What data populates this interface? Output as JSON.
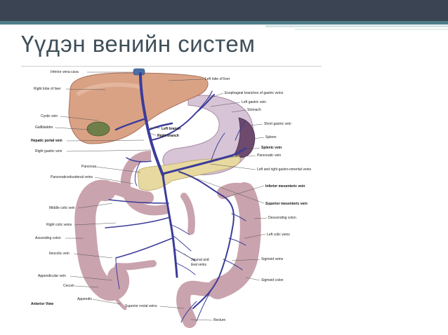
{
  "slide": {
    "title": "Үүдэн венийн систем"
  },
  "labels": {
    "inferior_vena_cava": "Inferior vena cava",
    "right_lobe_of_liver": "Right lobe of liver",
    "cystic_vein": "Cystic vein",
    "gallbladder": "Gallbladder",
    "hepatic_portal_vein": "Hepatic portal vein",
    "right_gastric_vein": "Right gastric vein",
    "pancreas": "Pancreas",
    "pancreaticoduodenal_veins": "Pancreaticoduodenal veins",
    "middle_colic_vein": "Middle colic vein",
    "right_colic_veins": "Right colic veins",
    "ascending_colon": "Ascending colon",
    "ileocolic_vein": "Ileocolic vein",
    "appendicular_vein": "Appendicular vein",
    "cecum": "Cecum",
    "appendix": "Appendix",
    "anterior_view": "Anterior View",
    "left_lobe_of_liver": "Left lobe of liver",
    "esophageal_branches": "Esophageal branches of gastric veins",
    "left_gastric_vein": "Left gastric vein",
    "stomach": "Stomach",
    "left_branch": "Left branch",
    "right_branch": "Right branch",
    "short_gastric_vein": "Short gastric vein",
    "spleen": "Spleen",
    "splenic_vein": "Splenic vein",
    "pancreatic_vein": "Pancreatic vein",
    "gastro_omental_veins": "Left and right gastro-omental veins",
    "inferior_mesenteric_vein": "Inferior mesenteric vein",
    "superior_mesenteric_vein": "Superior mesenteric vein",
    "descending_colon": "Descending colon",
    "left_colic_veins": "Left colic veins",
    "jejunal_ileal_veins_1": "Jejunal and",
    "jejunal_ileal_veins_2": "ileal veins",
    "sigmoid_veins": "Sigmoid veins",
    "sigmoid_colon": "Sigmoid colon",
    "superior_rectal_veins": "Superior rectal veins",
    "rectum": "Rectum"
  },
  "colors": {
    "header_bar": "#3b4453",
    "header_accent": "#4e7f88",
    "liver": "#d9a285",
    "vein": "#3c3c99",
    "colon": "#c9a3ad",
    "stomach": "#d7c4d6",
    "gallbladder": "#6f7f4a",
    "pancreas": "#e8d9a0"
  }
}
